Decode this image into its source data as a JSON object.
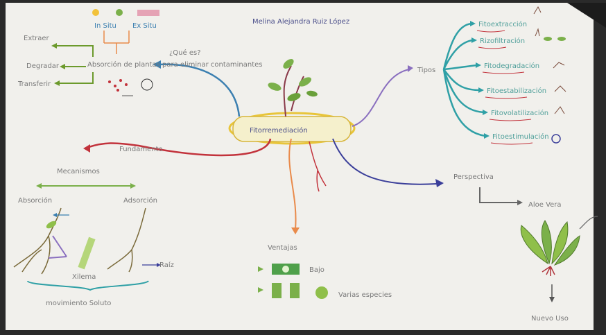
{
  "author": "Melina Alejandra Ruiz López",
  "central": "Fitorremediación",
  "question": "¿Qué es?",
  "concept": "Absorción de plantas para eliminar contaminantes",
  "actions": [
    "Extraer",
    "Degradar",
    "Transferir"
  ],
  "site_labels": [
    "In Situ",
    "Ex Situ"
  ],
  "tipos": {
    "label": "Tipos",
    "items": [
      "Fitoextracción",
      "Rizofiltración",
      "Fitodegradación",
      "Fitoestabilización",
      "Fitovolatilización",
      "Fitoestimulación"
    ]
  },
  "fundamento": {
    "label": "Fundamento",
    "mecanismos": "Mecanismos",
    "left": "Absorción",
    "right": "Adsorción",
    "xilema": "Xilema",
    "raiz": "Raíz",
    "movimiento": "movimiento Soluto"
  },
  "ventajas": {
    "label": "Ventajas",
    "bajo": "Bajo",
    "varias": "Varias especies"
  },
  "perspectiva": {
    "label": "Perspectiva",
    "plant": "Aloe Vera",
    "uso": "Nuevo Uso"
  },
  "colors": {
    "paper": "#f1f0ec",
    "central_outline": "#e8c53a",
    "blue_arrow": "#3b7fb0",
    "red_arrow": "#c2323b",
    "orange_arrow": "#e98a4a",
    "purple_arrow": "#8a6fbf",
    "navy_arrow": "#3b3f9a",
    "teal_branch": "#2fa0a6",
    "leaf_green": "#7bb04a"
  }
}
